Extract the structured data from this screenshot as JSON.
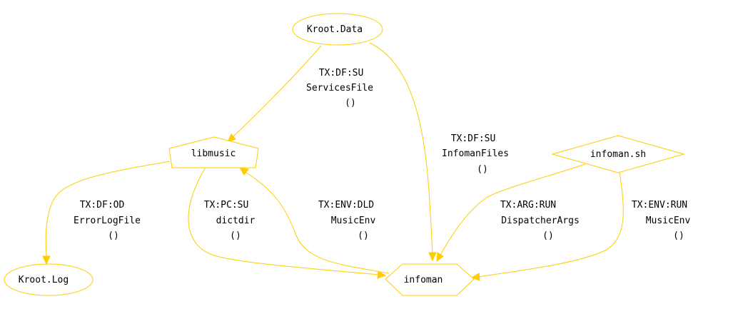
{
  "colors": {
    "stroke": "#ffcc00",
    "text": "#000000",
    "background": "#ffffff"
  },
  "nodes": {
    "kroot_data": {
      "label": "Kroot.Data",
      "shape": "ellipse"
    },
    "libmusic": {
      "label": "libmusic",
      "shape": "pentagon"
    },
    "kroot_log": {
      "label": "Kroot.Log",
      "shape": "ellipse"
    },
    "infoman": {
      "label": "infoman",
      "shape": "hexagon"
    },
    "infoman_sh": {
      "label": "infoman.sh",
      "shape": "diamond"
    }
  },
  "edges": [
    {
      "from": "Kroot.Data",
      "to": "libmusic",
      "kind": "TX:DF:SU",
      "name": "ServicesFile",
      "args": "()"
    },
    {
      "from": "Kroot.Data",
      "to": "infoman",
      "kind": "TX:DF:SU",
      "name": "InfomanFiles",
      "args": "()"
    },
    {
      "from": "libmusic",
      "to": "Kroot.Log",
      "kind": "TX:DF:OD",
      "name": "ErrorLogFile",
      "args": "()"
    },
    {
      "from": "libmusic",
      "to": "infoman",
      "kind": "TX:PC:SU",
      "name": "dictdir",
      "args": "()"
    },
    {
      "from": "infoman",
      "to": "libmusic",
      "kind": "TX:ENV:DLD",
      "name": "MusicEnv",
      "args": "()"
    },
    {
      "from": "infoman.sh",
      "to": "infoman",
      "kind": "TX:ARG:RUN",
      "name": "DispatcherArgs",
      "args": "()"
    },
    {
      "from": "infoman.sh",
      "to": "infoman",
      "kind": "TX:ENV:RUN",
      "name": "MusicEnv",
      "args": "()"
    }
  ]
}
